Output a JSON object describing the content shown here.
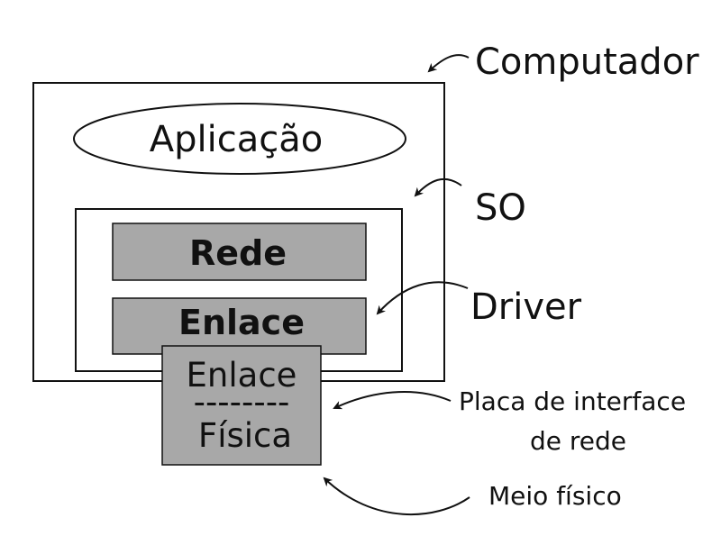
{
  "colors": {
    "stroke": "#111111",
    "layer_fill": "#a8a8a8",
    "background": "#ffffff"
  },
  "labels": {
    "computer": "Computador",
    "os": "SO",
    "driver": "Driver",
    "nic_line1": "Placa de interface",
    "nic_line2": "de rede",
    "medium": "Meio físico"
  },
  "app": {
    "label": "Aplicação"
  },
  "os_layers": {
    "network": "Rede",
    "link": "Enlace"
  },
  "nic_card": {
    "link": "Enlace",
    "separator": "--------",
    "physical": "Física"
  }
}
